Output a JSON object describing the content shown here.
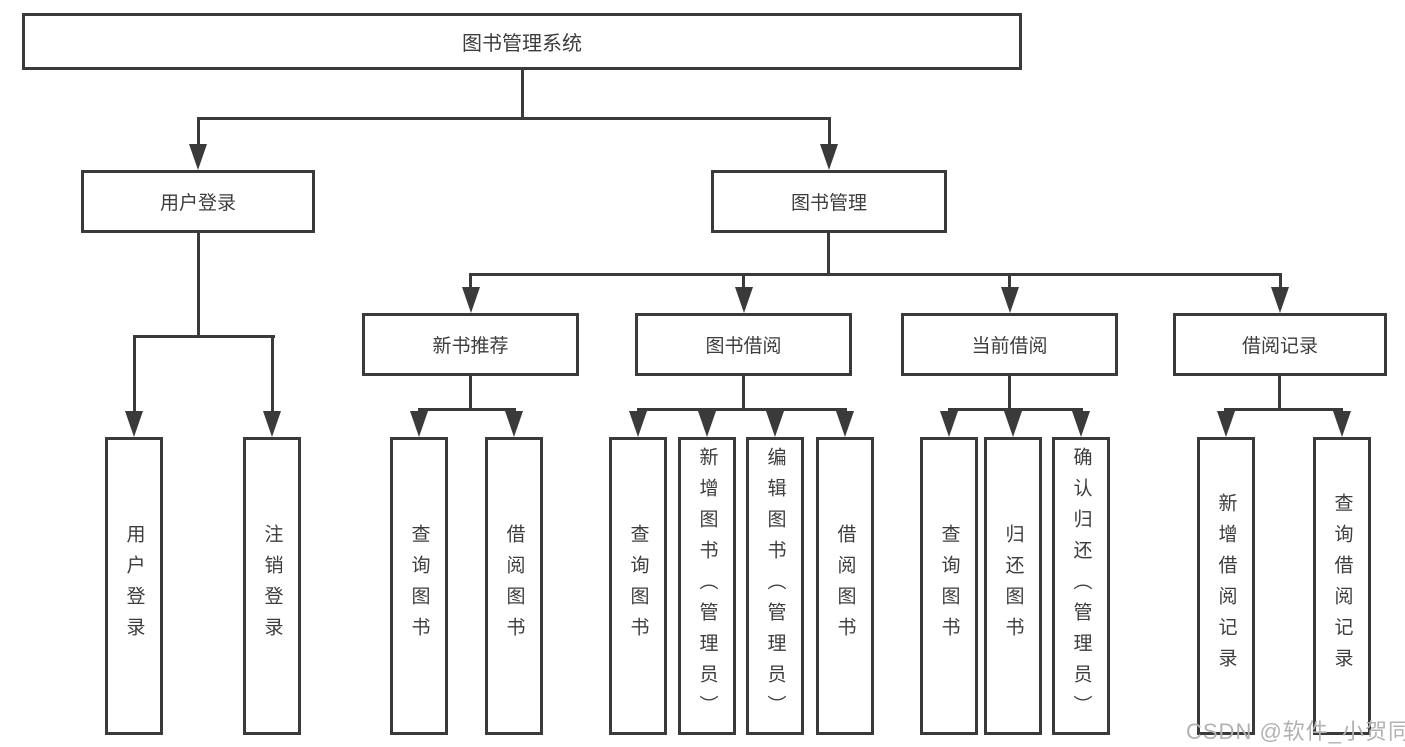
{
  "root": {
    "label": "图书管理系统"
  },
  "level2": [
    {
      "label": "用户登录"
    },
    {
      "label": "图书管理"
    }
  ],
  "level3": [
    {
      "label": "新书推荐"
    },
    {
      "label": "图书借阅"
    },
    {
      "label": "当前借阅"
    },
    {
      "label": "借阅记录"
    }
  ],
  "leaves": {
    "user_login": [
      {
        "label": "用户登录"
      },
      {
        "label": "注销登录"
      }
    ],
    "new_book": [
      {
        "label": "查询图书"
      },
      {
        "label": "借阅图书"
      }
    ],
    "book_borrow": [
      {
        "label": "查询图书"
      },
      {
        "label": "新增图书（管理员）"
      },
      {
        "label": "编辑图书（管理员）"
      },
      {
        "label": "借阅图书"
      }
    ],
    "current_borrow": [
      {
        "label": "查询图书"
      },
      {
        "label": "归还图书"
      },
      {
        "label": "确认归还（管理员）"
      }
    ],
    "borrow_records": [
      {
        "label": "新增借阅记录"
      },
      {
        "label": "查询借阅记录"
      }
    ]
  },
  "watermark": {
    "text": "CSDN @软件_小贺同学"
  },
  "colors": {
    "line": "#3a3a3a",
    "box_border": "#3a3a3a",
    "text": "#3d3d3d",
    "watermark": "#b2b2b2",
    "background": "#ffffff"
  }
}
